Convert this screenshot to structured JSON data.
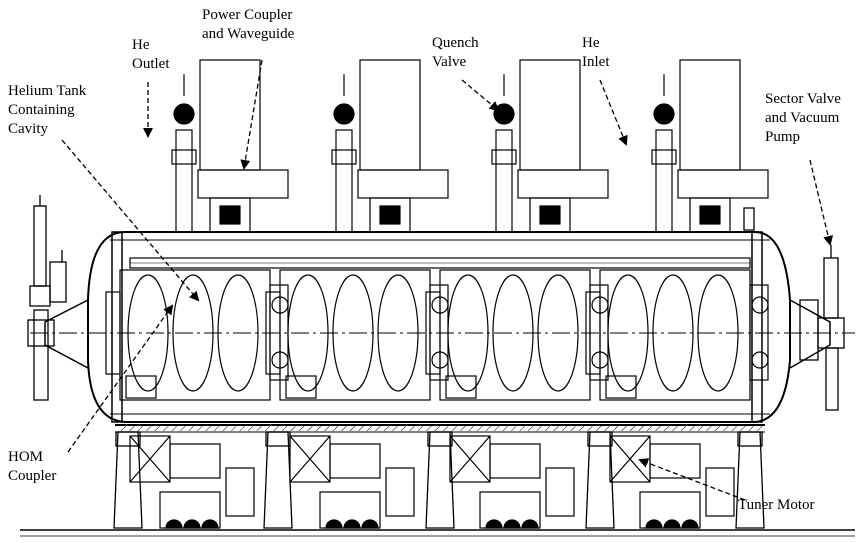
{
  "labels": {
    "helium_tank": [
      "Helium Tank",
      "Containing",
      "Cavity"
    ],
    "he_outlet": [
      "He",
      "Outlet"
    ],
    "power_coupler": [
      "Power Coupler",
      "and Waveguide"
    ],
    "quench_valve": [
      "Quench",
      "Valve"
    ],
    "he_inlet": [
      "He",
      "Inlet"
    ],
    "sector_valve": [
      "Sector Valve",
      "and Vacuum",
      "Pump"
    ],
    "hom_coupler": [
      "HOM",
      "Coupler"
    ],
    "tuner_motor": [
      "Tuner Motor"
    ]
  },
  "colors": {
    "ink": "#000000",
    "paper": "#ffffff",
    "shade": "#9a9a9a"
  }
}
